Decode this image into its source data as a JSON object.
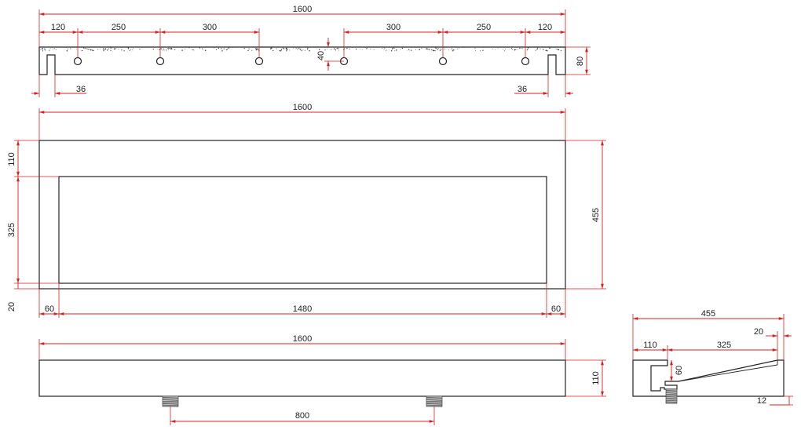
{
  "views": {
    "top": {
      "overall_width": "1600",
      "hole_spacing_left": [
        "120",
        "250",
        "300"
      ],
      "hole_spacing_right": [
        "300",
        "250",
        "120"
      ],
      "hole_inset": "40",
      "height": "80",
      "edge_left": "36",
      "edge_right": "36"
    },
    "plan": {
      "overall_width": "1600",
      "depth": "455",
      "back_rim": "110",
      "basin_depth": "325",
      "front_rim": "20",
      "side_left": "60",
      "basin_length": "1480",
      "side_right": "60"
    },
    "front": {
      "overall_width": "1600",
      "height": "110",
      "drain_spacing": "800"
    },
    "section": {
      "depth": "455",
      "front_wall": "20",
      "back_block": "110",
      "basin": "325",
      "drain_height": "60",
      "bottom": "12"
    }
  },
  "colors": {
    "dimension_line": "#d42020",
    "outline": "#222222",
    "text": "#222222"
  }
}
